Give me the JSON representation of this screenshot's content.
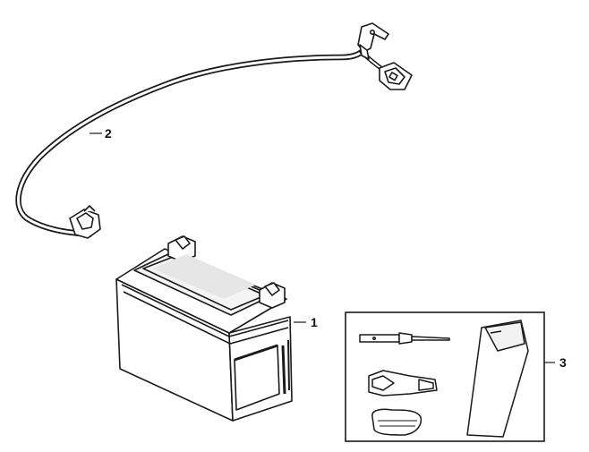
{
  "diagram": {
    "callouts": [
      {
        "id": "1",
        "label": "1"
      },
      {
        "id": "2",
        "label": "2"
      },
      {
        "id": "3",
        "label": "3"
      }
    ],
    "parts": {
      "battery": "battery",
      "battery_cable": "battery-cable",
      "tool_kit": "tool-kit"
    },
    "line_color": "#1a1a1a",
    "fill_color": "#ffffff",
    "shade_color": "#e6e6e6"
  }
}
